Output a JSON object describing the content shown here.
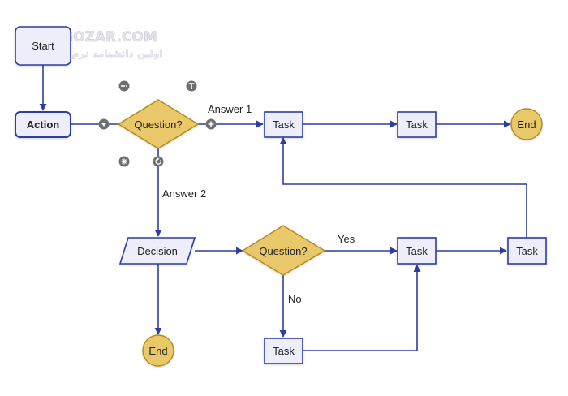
{
  "watermark": {
    "brand": "SOFTGOZAR.COM",
    "tagline": "اولین دانشنامه نرم افزار ایران"
  },
  "nodes": {
    "start": "Start",
    "action": "Action",
    "question_1": "Question?",
    "task_1": "Task",
    "task_2": "Task",
    "end_1": "End",
    "decision": "Decision",
    "question_2": "Question?",
    "task_3": "Task",
    "task_4": "Task",
    "task_5": "Task",
    "end_2": "End"
  },
  "edge_labels": {
    "answer_1": "Answer 1",
    "answer_2": "Answer 2",
    "yes": "Yes",
    "no": "No"
  },
  "handles": [
    "more-icon",
    "text-icon",
    "dropdown-icon",
    "add-icon",
    "settings-icon",
    "rotate-icon"
  ],
  "colors": {
    "line": "#2f3da3",
    "node_fill": "#eeeefb",
    "node_stroke": "#2f3da3",
    "decision_fill": "#e8c868",
    "decision_stroke": "#b28a1c",
    "handle": "#6f6f6f"
  }
}
